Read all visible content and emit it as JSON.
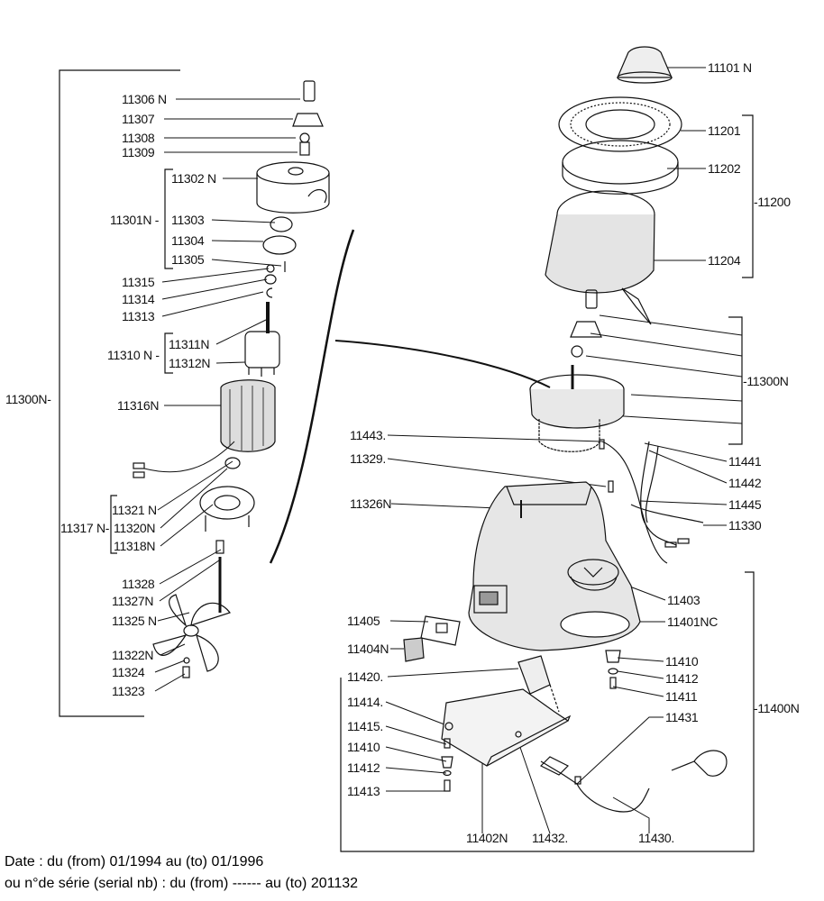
{
  "labels": {
    "p11306": "11306 N",
    "p11307": "11307",
    "p11308": "11308",
    "p11309": "11309",
    "p11302": "11302 N",
    "p11301": "11301N -",
    "p11303": "11303",
    "p11304": "11304",
    "p11305": "11305",
    "p11315": "11315",
    "p11314": "11314",
    "p11313": "11313",
    "p11310": "11310 N -",
    "p11311": "11311N",
    "p11312": "11312N",
    "p11316": "11316N",
    "p11300L": "11300N-",
    "p11321": "11321 N",
    "p11317": "11317 N-",
    "p11320": "11320N",
    "p11318": "11318N",
    "p11328": "11328",
    "p11327": "11327N",
    "p11325": "11325 N",
    "p11322": "11322N",
    "p11324": "11324",
    "p11323": "11323",
    "p11101": "11101 N",
    "p11201": "11201",
    "p11202": "11202",
    "p11200": "-11200",
    "p11204": "11204",
    "p11300R": "-11300N",
    "p11443": "11443.",
    "p11329": "11329.",
    "p11326": "11326N",
    "p11441": "11441",
    "p11442": "11442",
    "p11445": "11445",
    "p11330": "11330",
    "p11403": "11403",
    "p11401": "11401NC",
    "p11405": "11405",
    "p11404": "11404N",
    "p11410a": "11410",
    "p11412a": "11412",
    "p11411": "11411",
    "p11420": "11420.",
    "p11414": "11414.",
    "p11415": "11415.",
    "p11410b": "11410",
    "p11412b": "11412",
    "p11413": "11413",
    "p11431": "11431",
    "p11400": "-11400N",
    "p11402": "11402N",
    "p11432": "11432.",
    "p11430": "11430."
  },
  "footer": {
    "date_line": "Date : du (from) 01/1994 au (to) 01/1996",
    "serial_line": "ou n°de série (serial nb) : du (from) ------ au (to) 201132"
  }
}
